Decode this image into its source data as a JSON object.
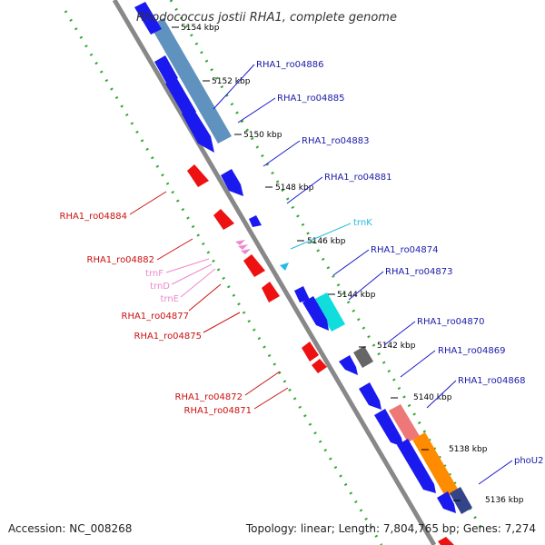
{
  "title": "Rhodococcus jostii RHA1, complete genome",
  "footer": {
    "accession": "Accession: NC_008268",
    "topology": "Topology: linear; Length: 7,804,765 bp; Genes: 7,274"
  },
  "ticks": [
    "5154 kbp",
    "5152 kbp",
    "5150 kbp",
    "5148 kbp",
    "5146 kbp",
    "5144 kbp",
    "5142 kbp",
    "5140 kbp",
    "5138 kbp",
    "5136 kbp"
  ],
  "labels_forward": [
    "RHA1_ro04886",
    "RHA1_ro04885",
    "RHA1_ro04883",
    "RHA1_ro04881",
    "RHA1_ro04874",
    "RHA1_ro04873",
    "RHA1_ro04870",
    "RHA1_ro04869",
    "RHA1_ro04868",
    "phoU2"
  ],
  "labels_reverse": [
    "RHA1_ro04884",
    "RHA1_ro04882",
    "RHA1_ro04877",
    "RHA1_ro04875",
    "RHA1_ro04872",
    "RHA1_ro04871"
  ],
  "labels_trna_forward": [
    "trnK"
  ],
  "labels_trna_reverse": [
    "trnF",
    "trnD",
    "trnE"
  ],
  "colors": {
    "forward_gene": "#1a1aee",
    "reverse_gene": "#ee1111",
    "forward_label": "#1a1aaa",
    "reverse_label": "#cc1111",
    "trna_forward": "#22cccc",
    "trna_reverse": "#ee88cc",
    "axis": "#888888",
    "dots": "#33aa33"
  }
}
